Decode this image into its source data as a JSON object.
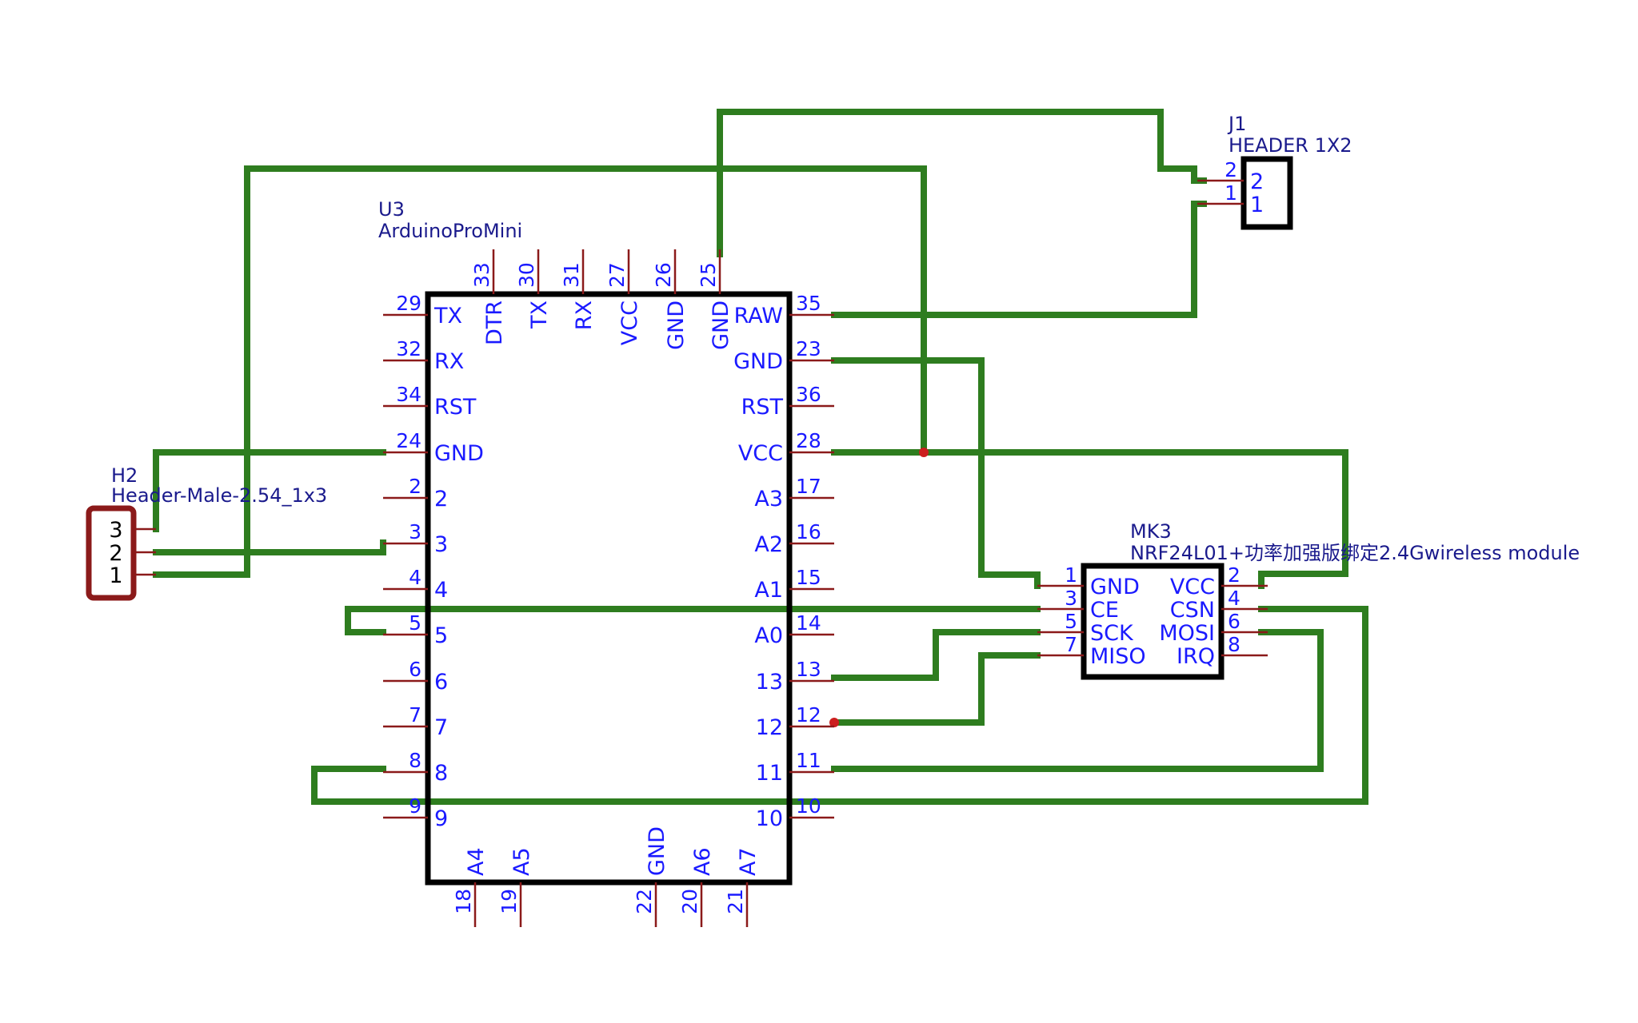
{
  "u3": {
    "ref": "U3",
    "value": "ArduinoProMini",
    "left_pins": [
      {
        "num": "29",
        "name": "TX"
      },
      {
        "num": "32",
        "name": "RX"
      },
      {
        "num": "34",
        "name": "RST"
      },
      {
        "num": "24",
        "name": "GND"
      },
      {
        "num": "2",
        "name": "2"
      },
      {
        "num": "3",
        "name": "3"
      },
      {
        "num": "4",
        "name": "4"
      },
      {
        "num": "5",
        "name": "5"
      },
      {
        "num": "6",
        "name": "6"
      },
      {
        "num": "7",
        "name": "7"
      },
      {
        "num": "8",
        "name": "8"
      },
      {
        "num": "9",
        "name": "9"
      }
    ],
    "right_pins": [
      {
        "num": "35",
        "name": "RAW"
      },
      {
        "num": "23",
        "name": "GND"
      },
      {
        "num": "36",
        "name": "RST"
      },
      {
        "num": "28",
        "name": "VCC"
      },
      {
        "num": "17",
        "name": "A3"
      },
      {
        "num": "16",
        "name": "A2"
      },
      {
        "num": "15",
        "name": "A1"
      },
      {
        "num": "14",
        "name": "A0"
      },
      {
        "num": "13",
        "name": "13"
      },
      {
        "num": "12",
        "name": "12"
      },
      {
        "num": "11",
        "name": "11"
      },
      {
        "num": "10",
        "name": "10"
      }
    ],
    "top_pins": [
      {
        "num": "33",
        "name": "DTR"
      },
      {
        "num": "30",
        "name": "TX"
      },
      {
        "num": "31",
        "name": "RX"
      },
      {
        "num": "27",
        "name": "VCC"
      },
      {
        "num": "26",
        "name": "GND"
      },
      {
        "num": "25",
        "name": "GND"
      }
    ],
    "bottom_pins": [
      {
        "num": "18",
        "name": "A4"
      },
      {
        "num": "19",
        "name": "A5"
      },
      {
        "num": "22",
        "name": "GND"
      },
      {
        "num": "20",
        "name": "A6"
      },
      {
        "num": "21",
        "name": "A7"
      }
    ]
  },
  "mk3": {
    "ref": "MK3",
    "value": "NRF24L01+功率加强版绑定2.4Gwireless module",
    "left_pins": [
      {
        "num": "1",
        "name": "GND"
      },
      {
        "num": "3",
        "name": "CE"
      },
      {
        "num": "5",
        "name": "SCK"
      },
      {
        "num": "7",
        "name": "MISO"
      }
    ],
    "right_pins": [
      {
        "num": "2",
        "name": "VCC"
      },
      {
        "num": "4",
        "name": "CSN"
      },
      {
        "num": "6",
        "name": "MOSI"
      },
      {
        "num": "8",
        "name": "IRQ"
      }
    ]
  },
  "j1": {
    "ref": "J1",
    "value": "HEADER 1X2",
    "pins": [
      {
        "num": "2",
        "name": "2"
      },
      {
        "num": "1",
        "name": "1"
      }
    ]
  },
  "h2": {
    "ref": "H2",
    "value": "Header-Male-2.54_1x3",
    "pins": [
      "3",
      "2",
      "1"
    ]
  },
  "colors": {
    "wire": "#2e7d1f",
    "body": "#000000",
    "pin": "#8b1a1a",
    "pin_text": "#1a1aff",
    "junction": "#cc1f1f"
  }
}
